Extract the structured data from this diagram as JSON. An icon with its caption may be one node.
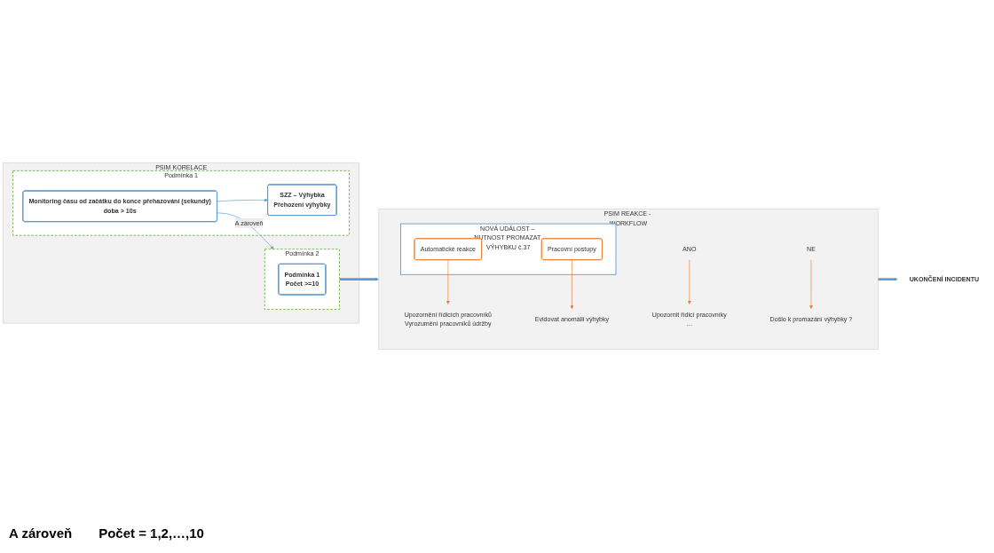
{
  "diagram": {
    "nodes": [
      {
        "text": [
          "PSIM KORELACE"
        ]
      },
      {
        "text": [
          "Podmínka 1"
        ],
        "in": 0
      },
      {
        "text": [
          "SZZ – Výhybka",
          "Přehození výhybky"
        ],
        "in": 1
      },
      {
        "text": [
          "Monitoring času od začátku do konce přehazování (sekundy)",
          "doba > 10s"
        ],
        "in": 1
      },
      {
        "text": [
          "Podmínka 2"
        ],
        "in": 0
      },
      {
        "text": [
          "Podmínka 1",
          "Počet >=10"
        ],
        "in": 4
      },
      {
        "text": [
          "PSIM REAKCE - WORKFLOW"
        ]
      },
      {
        "text": [
          "NOVÁ UDÁLOST – NUTNOST PROMAZAT VÝHYBKU č.37"
        ],
        "in": 6
      },
      {
        "text": [
          "Automatické reakce"
        ],
        "in": 7
      },
      {
        "text": [
          "Pracovní postupy"
        ],
        "in": 7
      },
      {
        "text": [
          "Upozornění řídicích pracovníků",
          "Vyrozumění pracovníků údržby"
        ],
        "in": 6
      },
      {
        "text": [
          "Evidovat anomálii výhybky"
        ],
        "in": 6
      },
      {
        "text": [
          "Došlo k promazání výhybky ?"
        ],
        "in": 6
      },
      {
        "text": [
          "ANO"
        ],
        "in": 6
      },
      {
        "text": [
          "NE"
        ],
        "in": 6
      },
      {
        "text": [
          "Upozornit řídicí pracovníky",
          "…"
        ],
        "in": 6
      },
      {
        "text": [
          "UKONČENÍ INCIDENTU"
        ]
      }
    ],
    "edges": [
      {
        "from": 3,
        "to": 2,
        "arrow": "to",
        "color": "#5b9bd5"
      },
      {
        "from": 3,
        "to": 4,
        "arrow": "to",
        "label": "A zároveň",
        "color": "#5b9bd5"
      },
      {
        "from": 4,
        "to": 6,
        "arrow": "to",
        "style": "thick",
        "color": "#5b9bd5"
      },
      {
        "from": 8,
        "to": 10,
        "arrow": "to",
        "color": "#ed7d31"
      },
      {
        "from": 9,
        "to": 11,
        "arrow": "to",
        "color": "#ed7d31"
      },
      {
        "from": 13,
        "to": 15,
        "arrow": "to",
        "color": "#ed7d31"
      },
      {
        "from": 14,
        "to": 12,
        "arrow": "to",
        "color": "#ed7d31"
      },
      {
        "from": 6,
        "to": 16,
        "arrow": "to",
        "style": "thick",
        "color": "#5b9bd5"
      }
    ],
    "labels": [
      "A zároveň",
      "Počet = 1,2,…,10"
    ]
  }
}
